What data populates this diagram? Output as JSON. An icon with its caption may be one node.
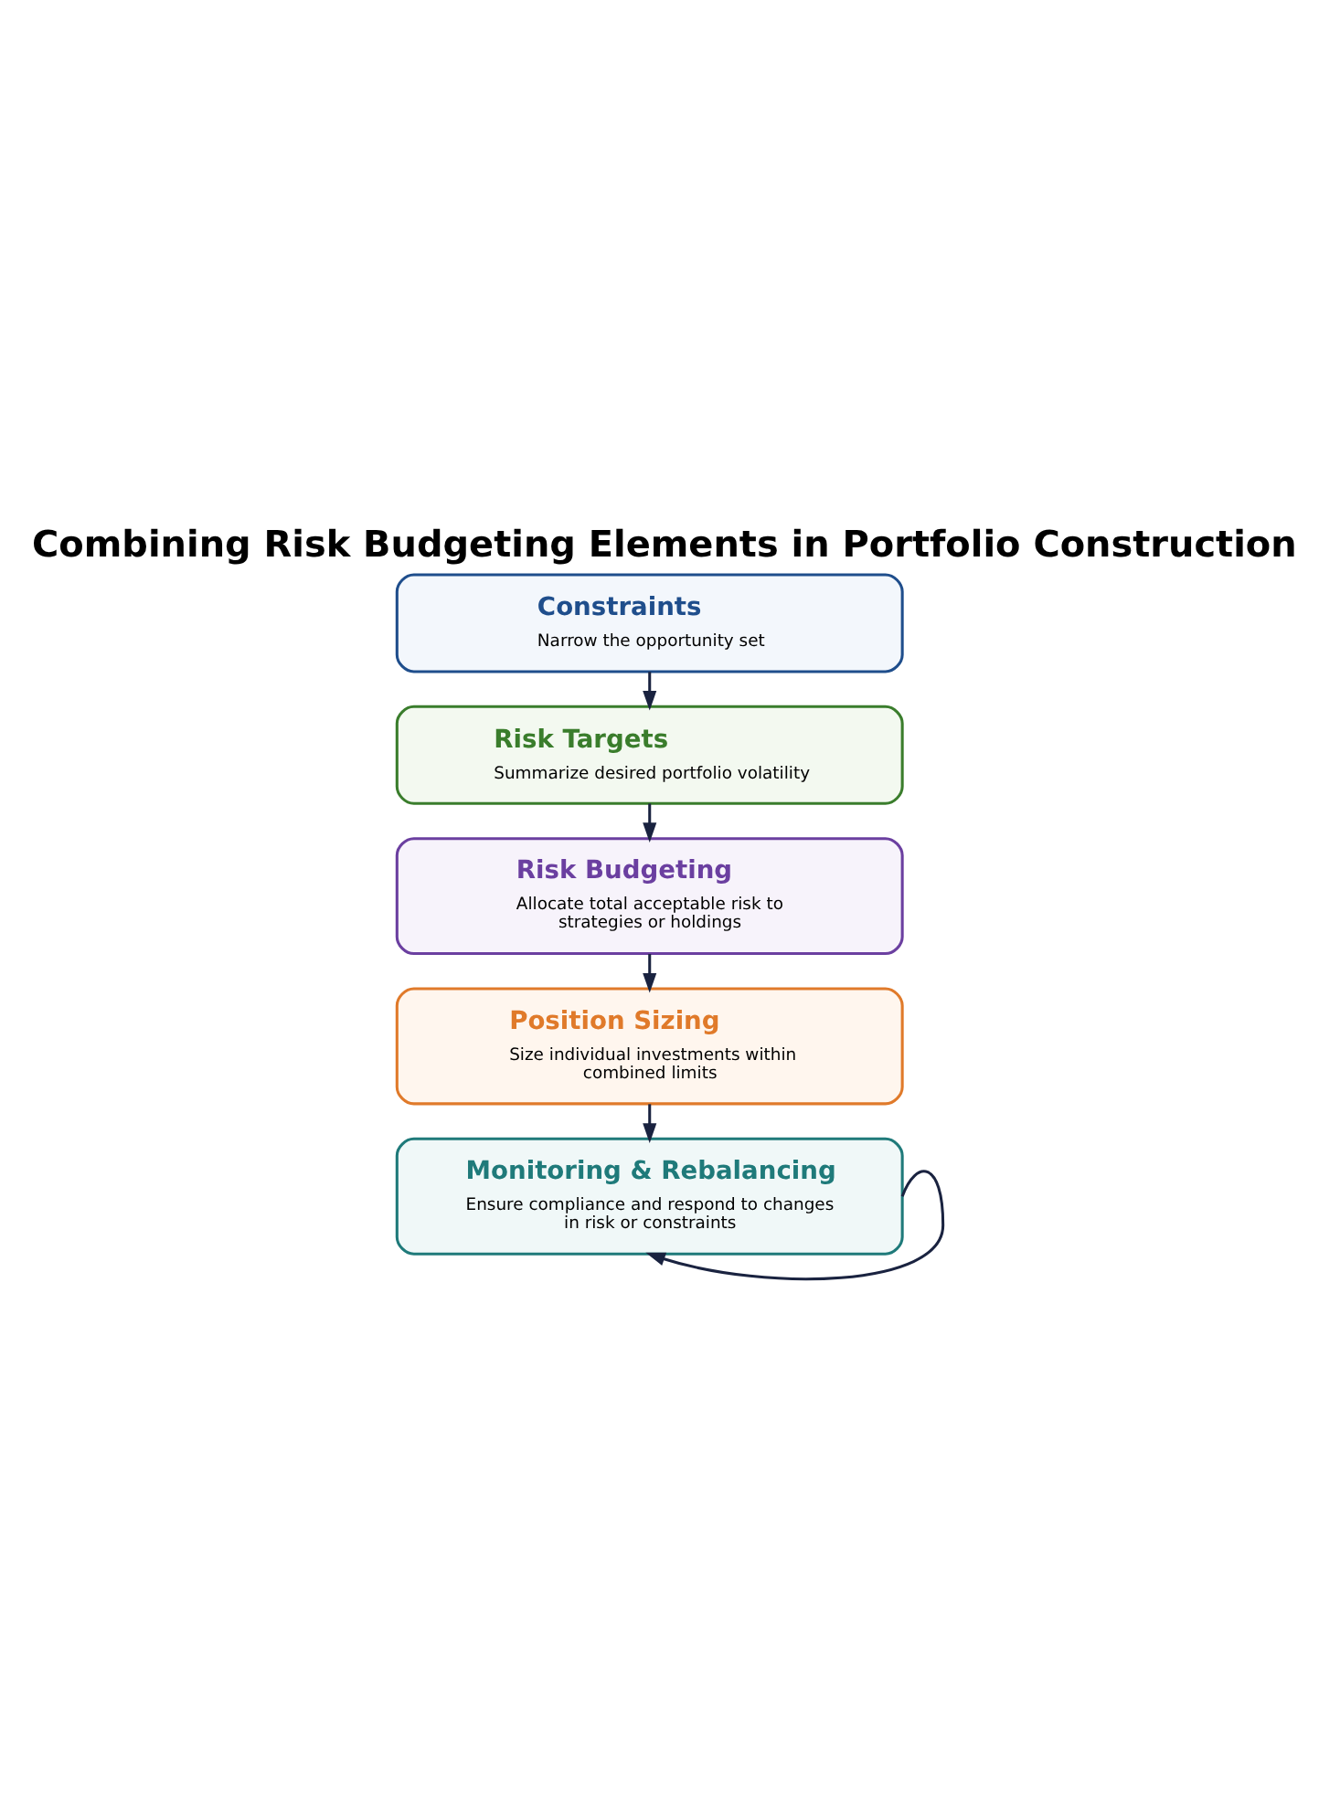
{
  "diagram": {
    "title": "Combining Risk Budgeting Elements in Portfolio Construction",
    "nodes": [
      {
        "text": [
          "Constraints",
          "Narrow the opportunity set"
        ]
      },
      {
        "text": [
          "Risk Targets",
          "Summarize desired portfolio volatility"
        ]
      },
      {
        "text": [
          "Risk Budgeting",
          "Allocate total acceptable risk to strategies or holdings"
        ]
      },
      {
        "text": [
          "Position Sizing",
          "Size individual investments within combined limits"
        ]
      },
      {
        "text": [
          "Monitoring & Rebalancing",
          "Ensure compliance and respond to changes in risk or constraints"
        ]
      }
    ],
    "edges": [
      {
        "from": 0,
        "to": 1,
        "arrow": "to"
      },
      {
        "from": 1,
        "to": 2,
        "arrow": "to"
      },
      {
        "from": 2,
        "to": 3,
        "arrow": "to"
      },
      {
        "from": 3,
        "to": 4,
        "arrow": "to"
      },
      {
        "from": 4,
        "to": 4,
        "arrow": "to"
      }
    ]
  }
}
